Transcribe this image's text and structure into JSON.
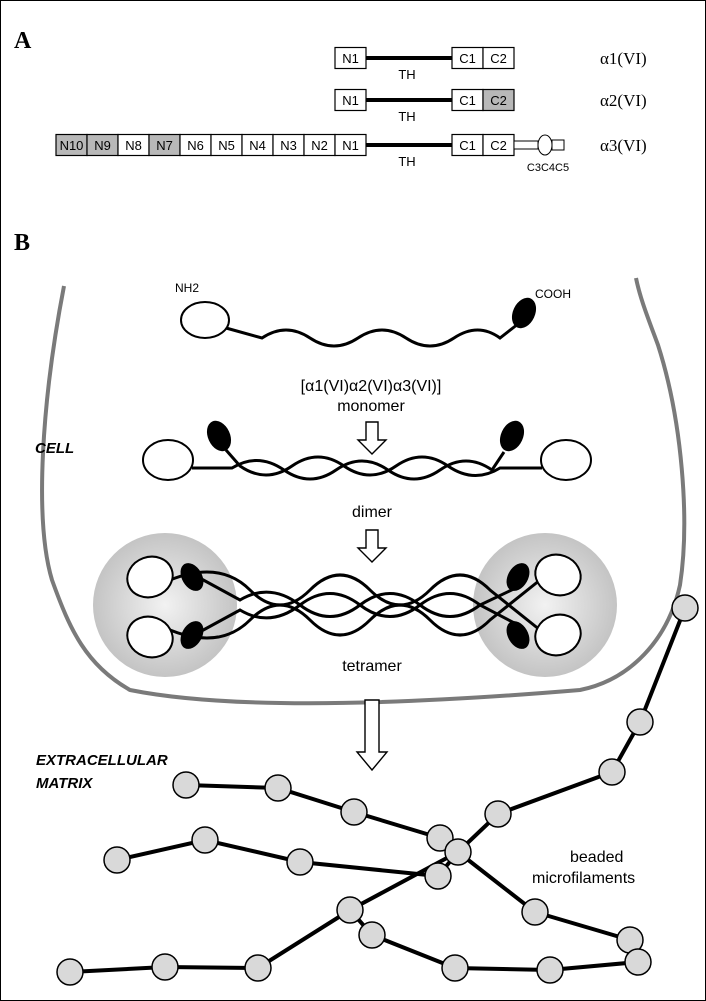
{
  "panel_a": {
    "label": "A",
    "th_label": "TH",
    "chains": [
      {
        "name": "α1(VI)",
        "n_domains": [
          "N1"
        ],
        "c_domains": [
          "C1",
          "C2"
        ],
        "shaded": []
      },
      {
        "name": "α2(VI)",
        "n_domains": [
          "N1"
        ],
        "c_domains": [
          "C1",
          "C2"
        ],
        "shaded": [
          "C2"
        ]
      },
      {
        "name": "α3(VI)",
        "n_domains": [
          "N10",
          "N9",
          "N8",
          "N7",
          "N6",
          "N5",
          "N4",
          "N3",
          "N2",
          "N1"
        ],
        "c_domains": [
          "C1",
          "C2"
        ],
        "shaded": [
          "N10",
          "N9",
          "N7"
        ],
        "extra_label": "C3C4C5"
      }
    ]
  },
  "panel_b": {
    "label": "B",
    "nh2": "NH2",
    "cooh": "COOH",
    "monomer_line1": "[α1(VI)α2(VI)α3(VI)]",
    "monomer_line2": "monomer",
    "cell": "CELL",
    "dimer": "dimer",
    "tetramer": "tetramer",
    "ecm_line1": "EXTRACELLULAR",
    "ecm_line2": "MATRIX",
    "beaded_line1": "beaded",
    "beaded_line2": "microfilaments"
  },
  "colors": {
    "shade": "#b8b8b8",
    "membrane": "#7a7a7a",
    "bead": "#d9d9d9",
    "halo": "#cfcfcf"
  }
}
